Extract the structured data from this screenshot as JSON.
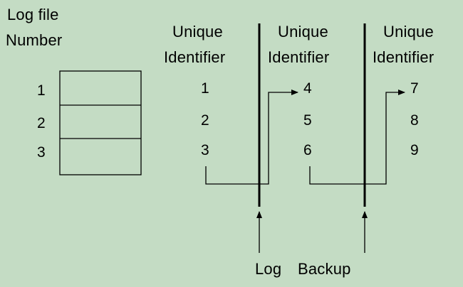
{
  "header": {
    "log_file_line1": "Log file",
    "log_file_line2": "Number"
  },
  "log_files": [
    "1",
    "2",
    "3"
  ],
  "columns": [
    {
      "line1": "Unique",
      "line2": "Identifier",
      "ids": [
        "1",
        "2",
        "3"
      ]
    },
    {
      "line1": "Unique",
      "line2": "Identifier",
      "ids": [
        "4",
        "5",
        "6"
      ]
    },
    {
      "line1": "Unique",
      "line2": "Identifier",
      "ids": [
        "7",
        "8",
        "9"
      ]
    }
  ],
  "footer": {
    "log_label": "Log",
    "backup_label": "Backup"
  },
  "colors": {
    "background": "#c4dcc4",
    "ink": "#000000"
  }
}
